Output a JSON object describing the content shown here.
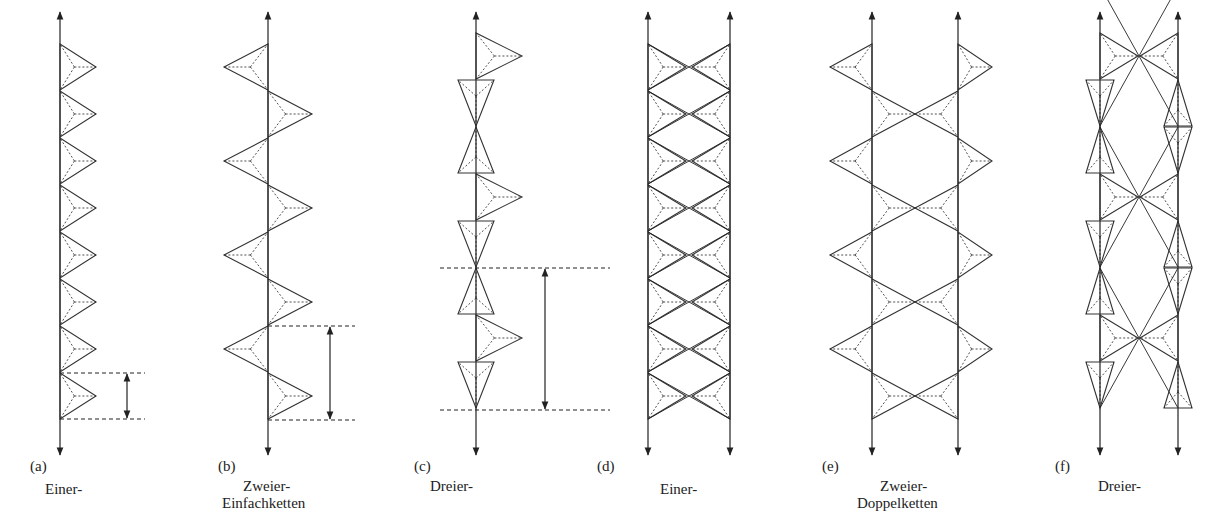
{
  "diagram": {
    "labels": [
      "(a)",
      "Einer-",
      "(b)",
      "Zweier-",
      "(c)",
      "Dreier-",
      "Einfachketten",
      "(d)",
      "Einer-",
      "(e)",
      "Zweier-",
      "(f)",
      "Dreier-",
      "Doppelketten"
    ]
  }
}
